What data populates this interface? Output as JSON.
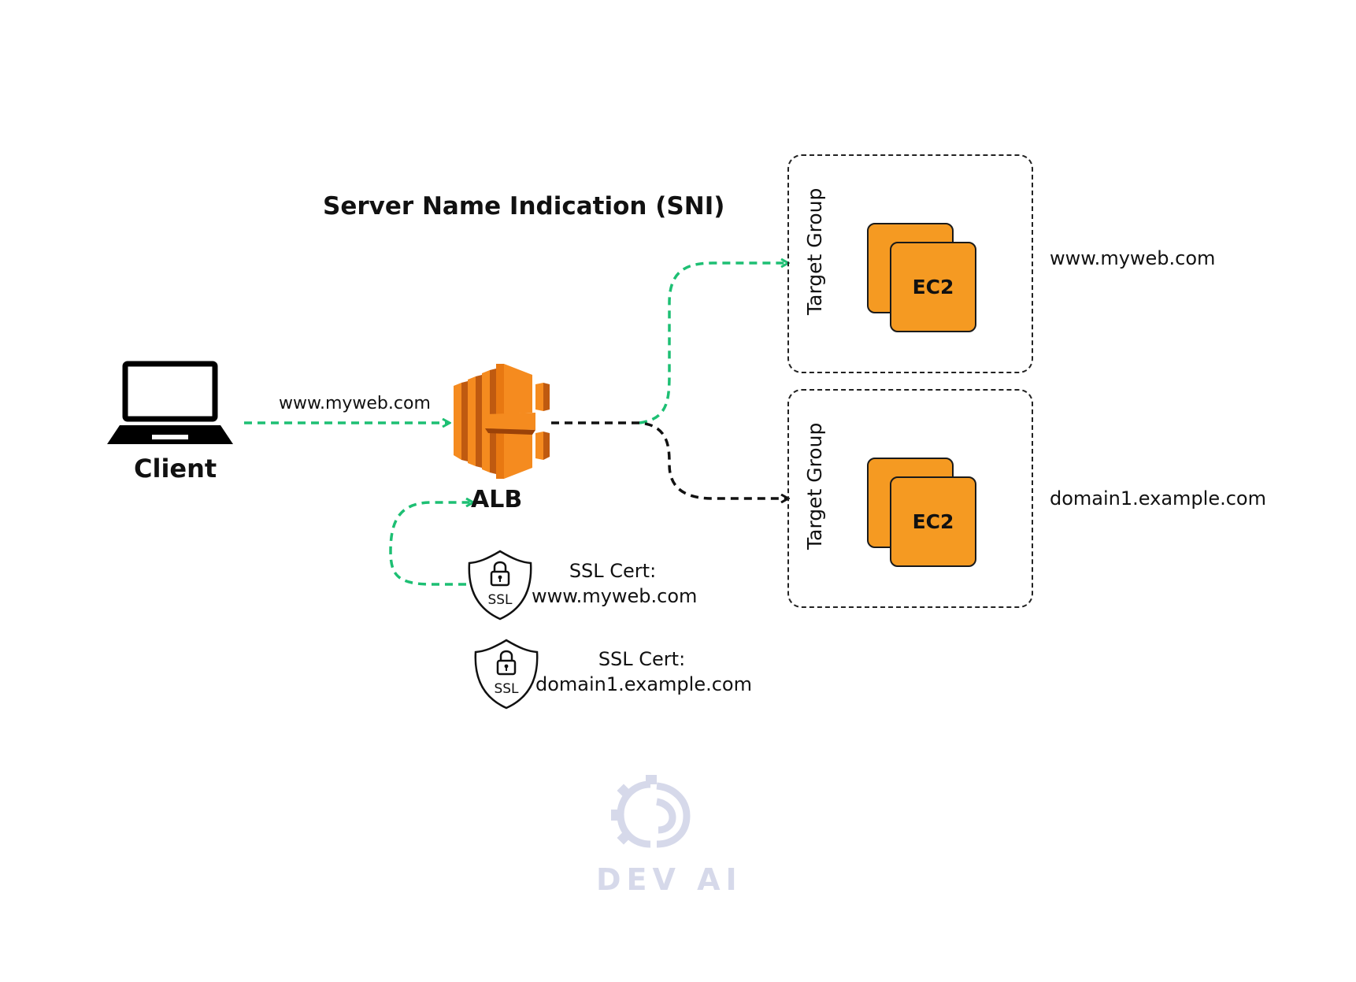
{
  "title": "Server Name Indication (SNI)",
  "client": {
    "label": "Client",
    "request_label": "www.myweb.com"
  },
  "alb": {
    "label": "ALB"
  },
  "certificates": [
    {
      "badge": "SSL",
      "line1": "SSL Cert:",
      "line2": "www.myweb.com"
    },
    {
      "badge": "SSL",
      "line1": "SSL Cert:",
      "line2": "domain1.example.com"
    }
  ],
  "target_groups": [
    {
      "label": "Target Group",
      "instance": "EC2",
      "domain": "www.myweb.com"
    },
    {
      "label": "Target Group",
      "instance": "EC2",
      "domain": "domain1.example.com"
    }
  ],
  "watermark": "DEV AI",
  "colors": {
    "active_route": "#1dbf73",
    "inactive_route": "#111111",
    "ec2_fill": "#f59a22",
    "alb_orange": "#f58b1f",
    "watermark": "#d6d9ea"
  }
}
